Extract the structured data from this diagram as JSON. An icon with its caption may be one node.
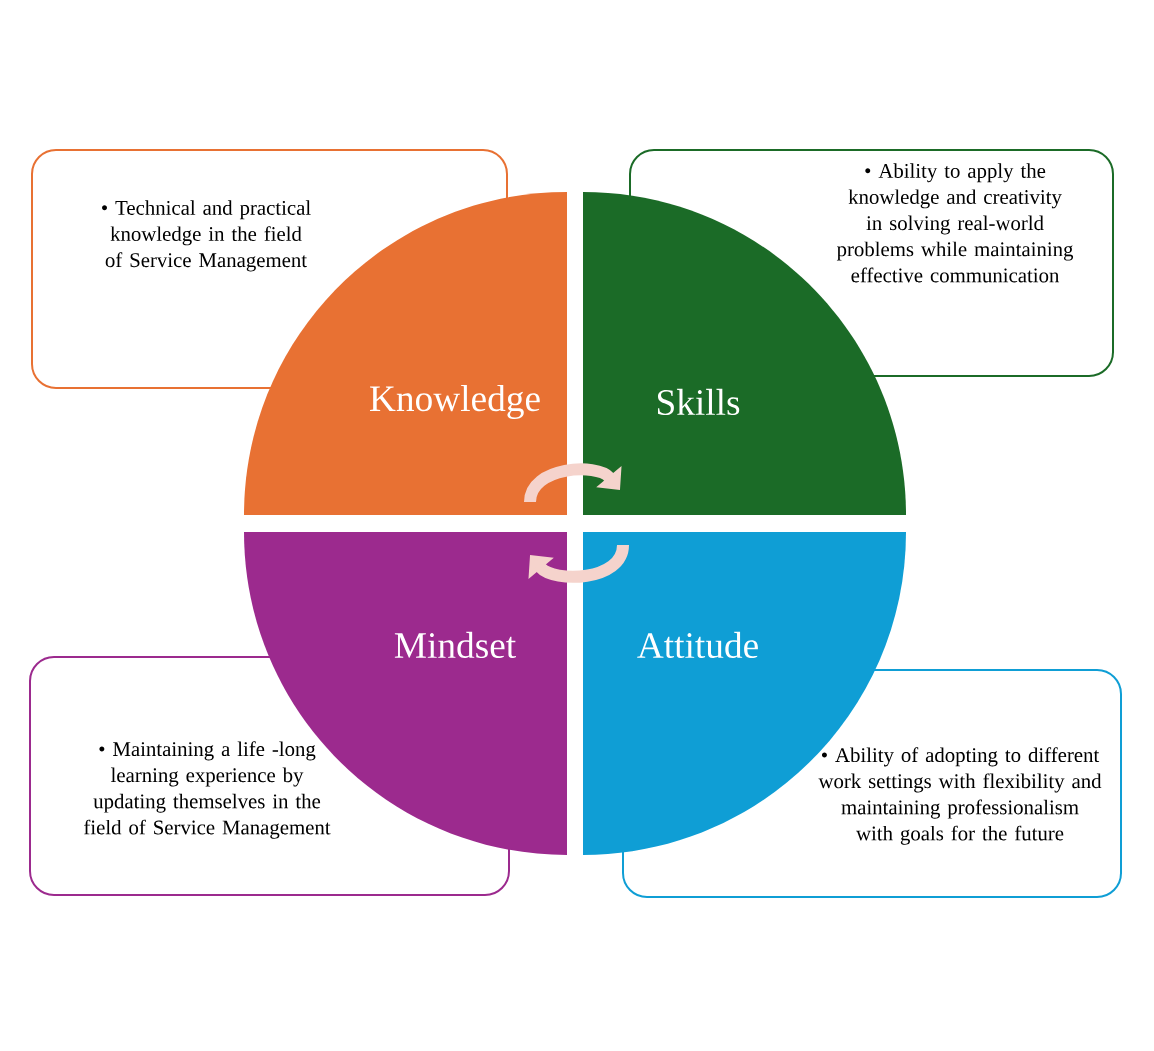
{
  "diagram": {
    "nodes": [
      {
        "text": [
          "• Technical and practical knowledge in the field of Service Management"
        ]
      },
      {
        "text": [
          "• Ability to apply the knowledge and creativity in solving real-world problems while maintaining effective communication"
        ]
      },
      {
        "text": [
          "Knowledge"
        ]
      },
      {
        "text": [
          "Skills"
        ]
      },
      {
        "text": [
          "Mindset"
        ]
      },
      {
        "text": [
          "Attitude"
        ]
      },
      {
        "text": [
          "• Maintaining a life -long learning experience by updating themselves in the field of Service Management"
        ]
      },
      {
        "text": [
          "• Ability of adopting to different work settings with flexibility and maintaining professionalism with goals for the future"
        ]
      }
    ],
    "edges": [
      {
        "from": 2,
        "to": 3,
        "arrow": "to"
      },
      {
        "from": 5,
        "to": 4,
        "arrow": "to"
      }
    ]
  }
}
